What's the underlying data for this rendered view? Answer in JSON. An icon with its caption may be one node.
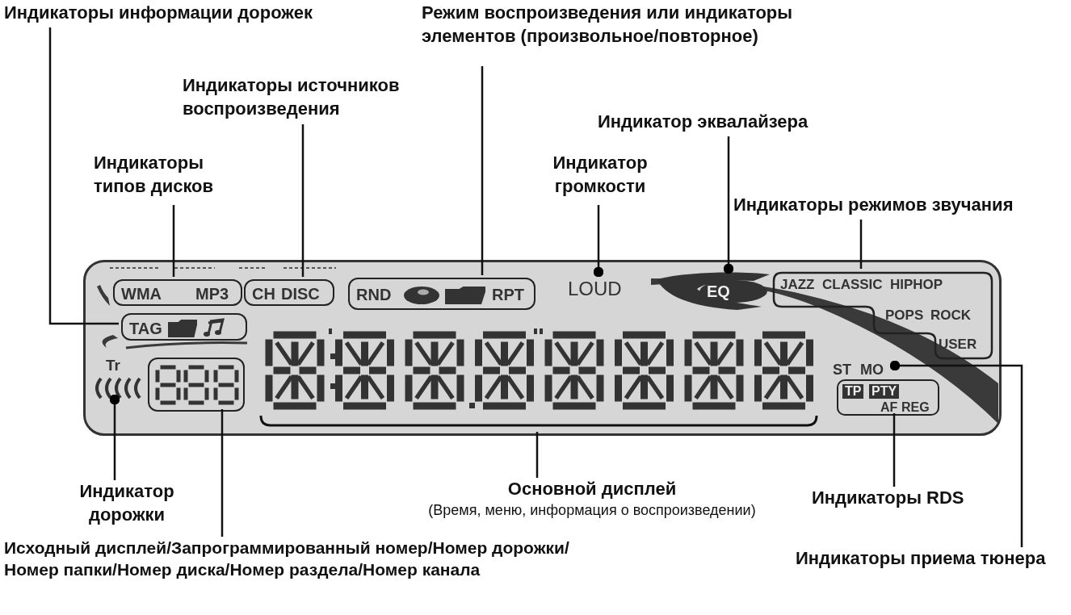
{
  "diagram": {
    "nodes": [
      {
        "text": [
          "Индикаторы информации дорожек"
        ]
      },
      {
        "text": [
          "Режим воспроизведения или индикаторы элементов (произвольное/повторное)"
        ]
      },
      {
        "text": [
          "Индикаторы источников воспроизведения"
        ]
      },
      {
        "text": [
          "Индикатор эквалайзера"
        ]
      },
      {
        "text": [
          "Индикаторы типов дисков"
        ]
      },
      {
        "text": [
          "Индикатор громкости"
        ]
      },
      {
        "text": [
          "Индикаторы режимов звучания"
        ]
      },
      {
        "text": [
          "Индикатор дорожки"
        ]
      },
      {
        "text": [
          "Основной дисплей",
          "(Время, меню, информация о воспроизведении)"
        ]
      },
      {
        "text": [
          "Индикаторы RDS"
        ]
      },
      {
        "text": [
          "Исходный дисплей/Запрограммированный номер/Номер дорожки/ Номер папки/Номер диска/Номер раздела/Номер канала"
        ]
      },
      {
        "text": [
          "Индикаторы приема тюнера"
        ]
      },
      {
        "text": [],
        "shape": "box"
      },
      {
        "text": [
          "WMA",
          "MP3"
        ],
        "in": 12
      },
      {
        "text": [
          "CH",
          "DISC"
        ],
        "in": 12
      },
      {
        "text": [
          "RND",
          "RPT"
        ],
        "in": 12
      },
      {
        "text": [
          "TAG"
        ],
        "in": 12
      },
      {
        "text": [],
        "shape": "box",
        "in": 12
      },
      {
        "text": [],
        "shape": "box",
        "in": 12
      },
      {
        "text": [
          "JAZZ",
          "CLASSIC",
          "HIPHOP",
          "POPS",
          "ROCK",
          "USER"
        ],
        "in": 12
      },
      {
        "text": [
          "TP",
          "PTY",
          "AF",
          "REG"
        ],
        "in": 12
      },
      {
        "text": [
          "LOUD"
        ],
        "in": 12
      },
      {
        "text": [
          "EQ"
        ],
        "in": 12
      },
      {
        "text": [
          "Tr"
        ],
        "in": 12
      },
      {
        "text": [
          "ST",
          "MO"
        ],
        "in": 12
      }
    ],
    "edges": [
      {
        "from": 0,
        "to": 16,
        "arrow": "none"
      },
      {
        "from": 1,
        "to": 15,
        "arrow": "none"
      },
      {
        "from": 2,
        "to": 14,
        "arrow": "none"
      },
      {
        "from": 3,
        "to": 22,
        "arrow": "other"
      },
      {
        "from": 4,
        "to": 13,
        "arrow": "none"
      },
      {
        "from": 5,
        "to": 21,
        "arrow": "other"
      },
      {
        "from": 6,
        "to": 19,
        "arrow": "none"
      },
      {
        "from": 7,
        "to": 23,
        "arrow": "other"
      },
      {
        "from": 8,
        "to": 18,
        "arrow": "none"
      },
      {
        "from": 9,
        "to": 20,
        "arrow": "none"
      },
      {
        "from": 10,
        "to": 17,
        "arrow": "none"
      },
      {
        "from": 11,
        "to": 24,
        "arrow": "other"
      }
    ]
  }
}
